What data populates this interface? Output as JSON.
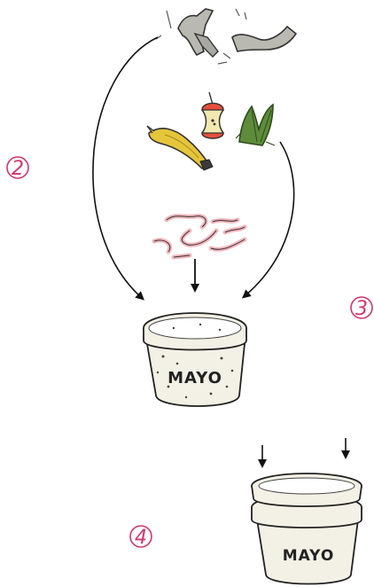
{
  "steps": {
    "two": "2",
    "three": "3",
    "four": "4"
  },
  "tubs": {
    "upper_label": "MAYO",
    "lower_label": "MAYO"
  },
  "icons": [
    "shredded-paper-icon",
    "banana-peel-icon",
    "apple-core-icon",
    "lettuce-leaf-icon",
    "worms-icon",
    "mayo-tub-icon",
    "stacked-mayo-tubs-icon",
    "arrow-icon"
  ],
  "colors": {
    "step_number": "#d2366e",
    "banana": "#e5c53a",
    "apple": "#e94e3c",
    "lettuce": "#5e8c3a",
    "worms": "#f2b6bd",
    "paper": "#b8b8b0",
    "tub": "#f3f1e6"
  }
}
